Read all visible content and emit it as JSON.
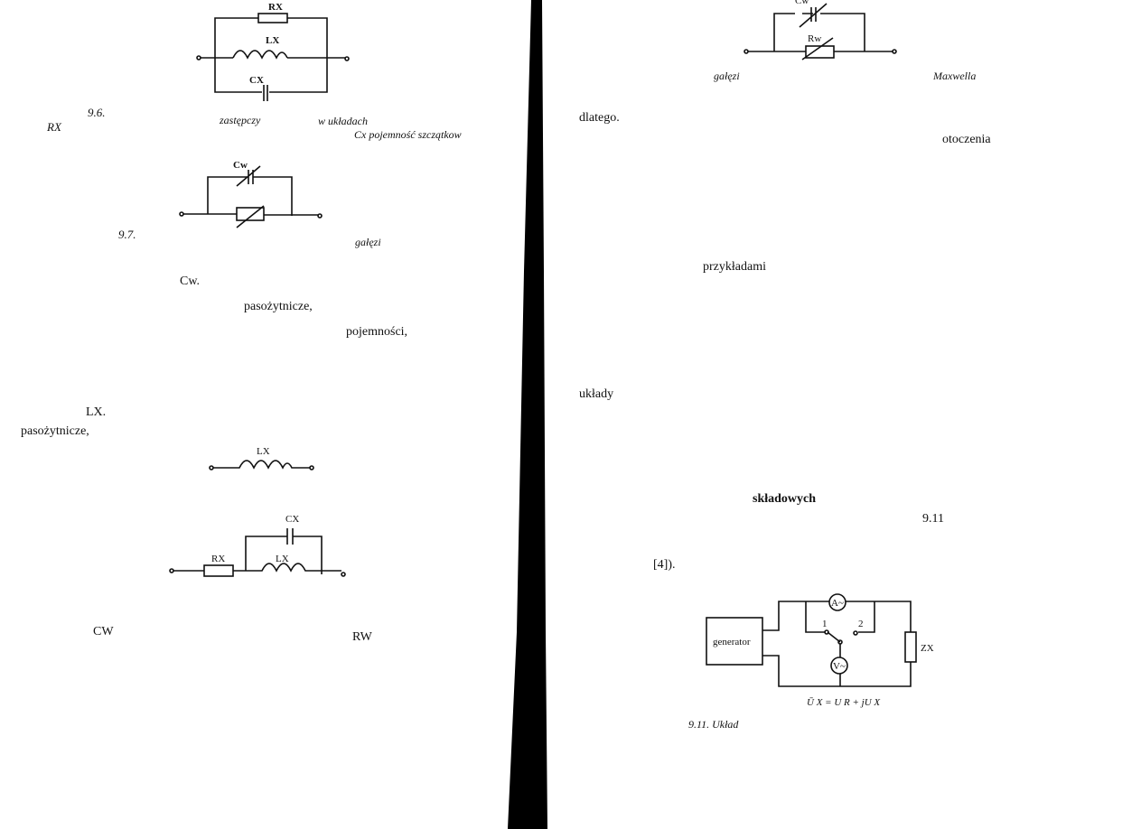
{
  "left_page": {
    "fig96": {
      "r_label": "RX",
      "l_label": "LX",
      "c_label": "CX"
    },
    "caption96": {
      "num": "9.6.",
      "rx": "RX",
      "word1": "zastępczy",
      "word2": "w układach",
      "word3": "Cx pojemność szczątkow"
    },
    "fig97": {
      "c_label": "Cw"
    },
    "caption97": {
      "num": "9.7.",
      "word": "gałęzi"
    },
    "text": {
      "cw": "Cw.",
      "pasoz1": "pasożytnicze,",
      "pojemnosci": "pojemności,",
      "lx": "LX.",
      "pasoz2": "pasożytnicze,",
      "cw2": "CW",
      "rw2": "RW"
    },
    "fig_ind": {
      "l_label": "LX"
    },
    "fig_rlc": {
      "r_label": "RX",
      "l_label": "LX",
      "c_label": "CX"
    }
  },
  "right_page": {
    "fig_top": {
      "c_label": "Cw",
      "r_label": "Rw"
    },
    "caption_top": {
      "word1": "gałęzi",
      "word2": "Maxwella"
    },
    "text": {
      "dlatego": "dlatego.",
      "otoczenia": "otoczenia",
      "przykladami": "przykładami",
      "uklady": "układy",
      "skladowych": "składowych",
      "ref911": "9.11",
      "ref4": "[4])."
    },
    "fig911": {
      "generator": "generator",
      "ammeter": "A~",
      "voltmeter": "V~",
      "sw1": "1",
      "sw2": "2",
      "zx": "ZX",
      "formula": "Ū X = U R + jU X"
    },
    "caption911": "9.11. Układ"
  }
}
